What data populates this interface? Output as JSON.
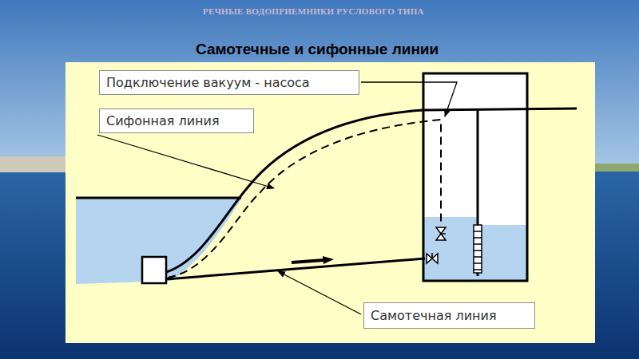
{
  "diagram": {
    "title": "Самотечные и сифонные линии",
    "nodes": [
      {
        "text": [
          "Подключение вакуум - насоса"
        ]
      },
      {
        "text": [
          "Сифонная линия"
        ]
      },
      {
        "text": [
          "Самотечная линия"
        ]
      }
    ],
    "labels": [
      "РЕЧНЫЕ ВОДОПРИЕМНИКИ РУСЛОВОГО ТИПА"
    ]
  }
}
